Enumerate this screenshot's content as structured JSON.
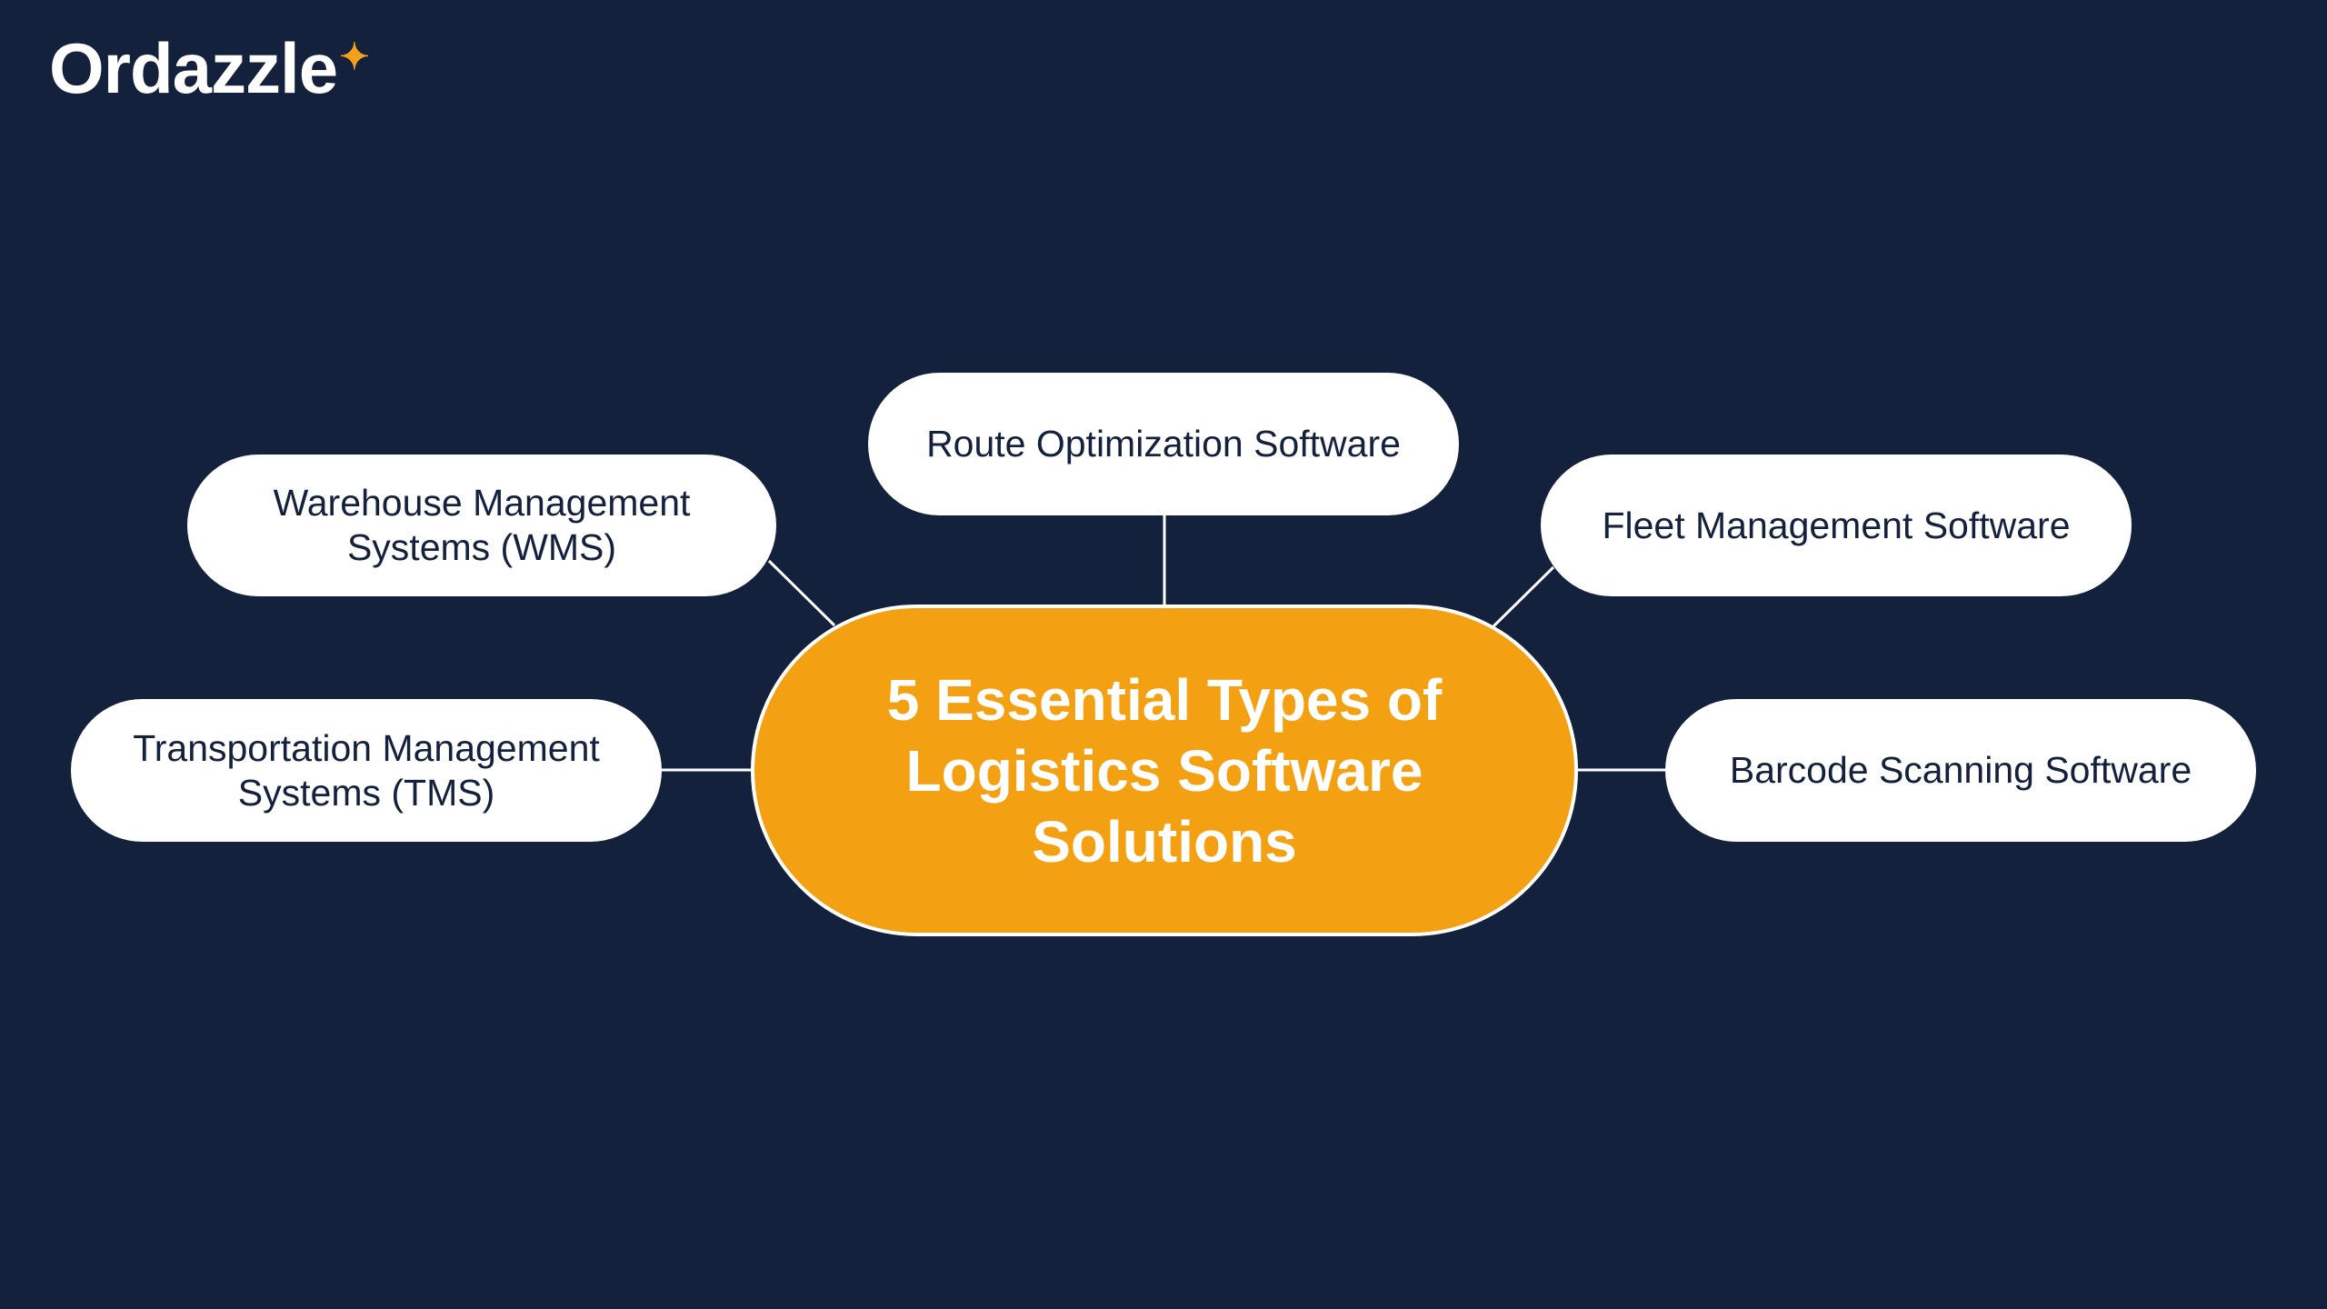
{
  "brand": {
    "name": "Ordazzle",
    "star_icon": "star-icon",
    "accent": "#f5a01a"
  },
  "center": {
    "title": "5 Essential Types of Logistics Software Solutions",
    "color": "#f4a013"
  },
  "nodes": {
    "route": "Route Optimization Software",
    "wms": "Warehouse Management Systems (WMS)",
    "fleet": "Fleet Management Software",
    "tms": "Transportation Management Systems (TMS)",
    "barcode": "Barcode Scanning Software"
  },
  "background": "#14213d"
}
